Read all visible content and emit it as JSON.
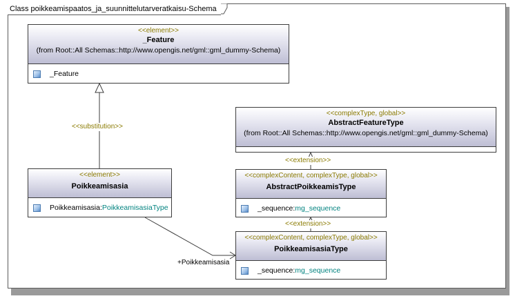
{
  "frame": {
    "title": "Class poikkeamispaatos_ja_suunnittelutarveratkaisu-Schema"
  },
  "classes": {
    "feature": {
      "stereotype": "<<element>>",
      "name": "_Feature",
      "from": "(from Root::All Schemas::http://www.opengis.net/gml::gml_dummy-Schema)",
      "attribute": {
        "name": "_Feature",
        "type": ""
      }
    },
    "abstract_feature_type": {
      "stereotype": "<<complexType, global>>",
      "name": "AbstractFeatureType",
      "from": "(from Root::All Schemas::http://www.opengis.net/gml::gml_dummy-Schema)"
    },
    "poikkeamisasia": {
      "stereotype": "<<element>>",
      "name": "Poikkeamisasia",
      "attribute": {
        "name": "Poikkeamisasia:",
        "type": "PoikkeamisasiaType"
      }
    },
    "abstract_poikkeamis_type": {
      "stereotype": "<<complexContent, complexType, global>>",
      "name": "AbstractPoikkeamisType",
      "attribute": {
        "name": "_sequence:",
        "type": "mg_sequence"
      }
    },
    "poikkeamisasia_type": {
      "stereotype": "<<complexContent, complexType, global>>",
      "name": "PoikkeamisasiaType",
      "attribute": {
        "name": "_sequence:",
        "type": "mg_sequence"
      }
    }
  },
  "relations": {
    "substitution_label": "<<substitution>>",
    "extension_label_1": "<<extension>>",
    "extension_label_2": "<<extension>>",
    "association_role": "+Poikkeamisasia"
  },
  "icons": {
    "attribute_icon": "attribute-icon",
    "frame_corner": "folded-corner-icon"
  },
  "colors": {
    "stereotype": "#8a7a00",
    "type_name": "#00827f",
    "header_gradient_end": "#bebed4"
  }
}
